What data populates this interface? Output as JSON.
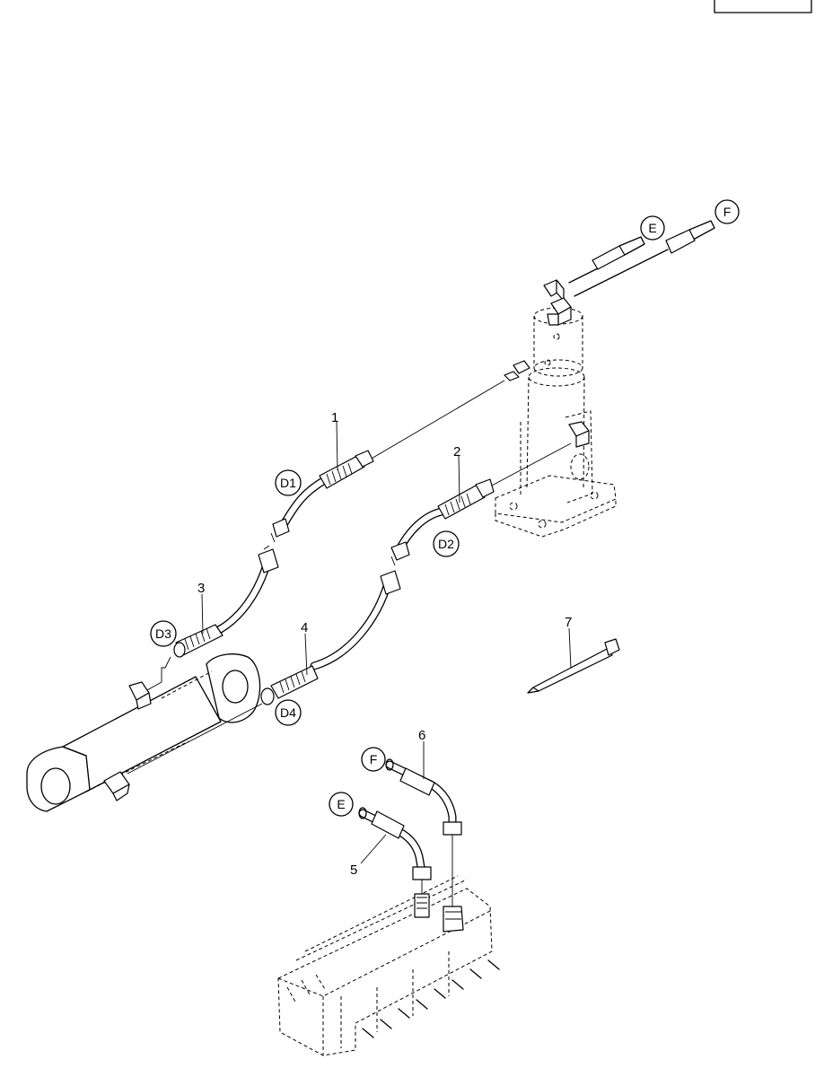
{
  "callouts": {
    "c1": "1",
    "c2": "2",
    "c3": "3",
    "c4": "4",
    "c5": "5",
    "c6": "6",
    "c7": "7",
    "d1": "D1",
    "d2": "D2",
    "d3": "D3",
    "d4": "D4",
    "e_top": "E",
    "f_top": "F",
    "e_bottom": "E",
    "f_bottom": "F"
  },
  "page_box_label": ""
}
